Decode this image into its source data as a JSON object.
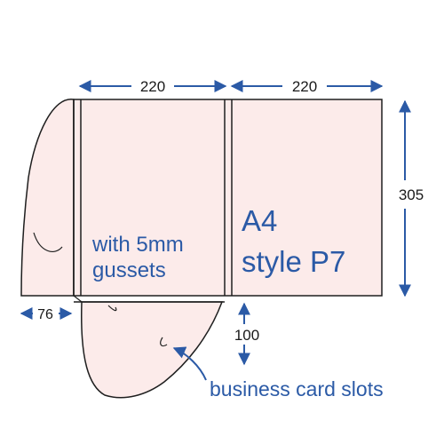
{
  "dimensions": {
    "panel_width_left": "220",
    "panel_width_right": "220",
    "height": "305",
    "flap_width": "76",
    "pocket_height": "100"
  },
  "labels": {
    "gusset_line1": "with 5mm",
    "gusset_line2": "gussets",
    "size": "A4",
    "style": "style P7",
    "slots": "business card slots"
  },
  "colors": {
    "panel_fill": "#fcebea",
    "outline": "#1f1f1f",
    "arrow": "#2b5aa6",
    "text_accent": "#2b5aa6"
  }
}
